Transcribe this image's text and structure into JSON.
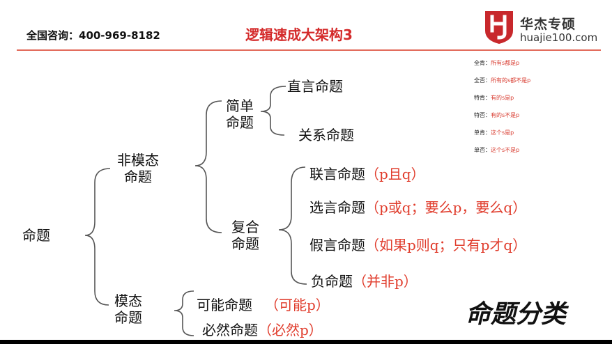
{
  "header": {
    "hotline": "全国咨询：400-969-8182",
    "title": "逻辑速成大架构3",
    "brand_name": "华杰专硕",
    "brand_url": "huajie100.com"
  },
  "colors": {
    "accent": "#d42a2a",
    "note": "#e03c2c",
    "line": "#555555",
    "logo": "#c8282c"
  },
  "tree": {
    "root": "命题",
    "non_modal": "非模态\n命题",
    "simple": "简单\n命题",
    "categorical": "直言命题",
    "relational": "关系命题",
    "compound": "复合\n命题",
    "conjunctive": "联言命题",
    "conjunctive_note": "（p且q）",
    "disjunctive": "选言命题",
    "disjunctive_note": "（p或q；要么p，要么q）",
    "hypothetical": "假言命题",
    "hypothetical_note": "（如果p则q；只有p才q）",
    "negative": "负命题",
    "negative_note": "（并非p）",
    "modal": "模态\n命题",
    "possible": "可能命题",
    "possible_note": "（可能p）",
    "necessary": "必然命题",
    "necessary_note": "（必然p）"
  },
  "legend": [
    {
      "key": "全肯：",
      "value": "所有s都是p"
    },
    {
      "key": "全否：",
      "value": "所有的s都不是p"
    },
    {
      "key": "特肯：",
      "value": "有的s是p"
    },
    {
      "key": "特否：",
      "value": "有的s不是p"
    },
    {
      "key": "单肯：",
      "value": "这个s是p"
    },
    {
      "key": "单否：",
      "value": "这个s不是p"
    }
  ],
  "stamp": "命题分类"
}
